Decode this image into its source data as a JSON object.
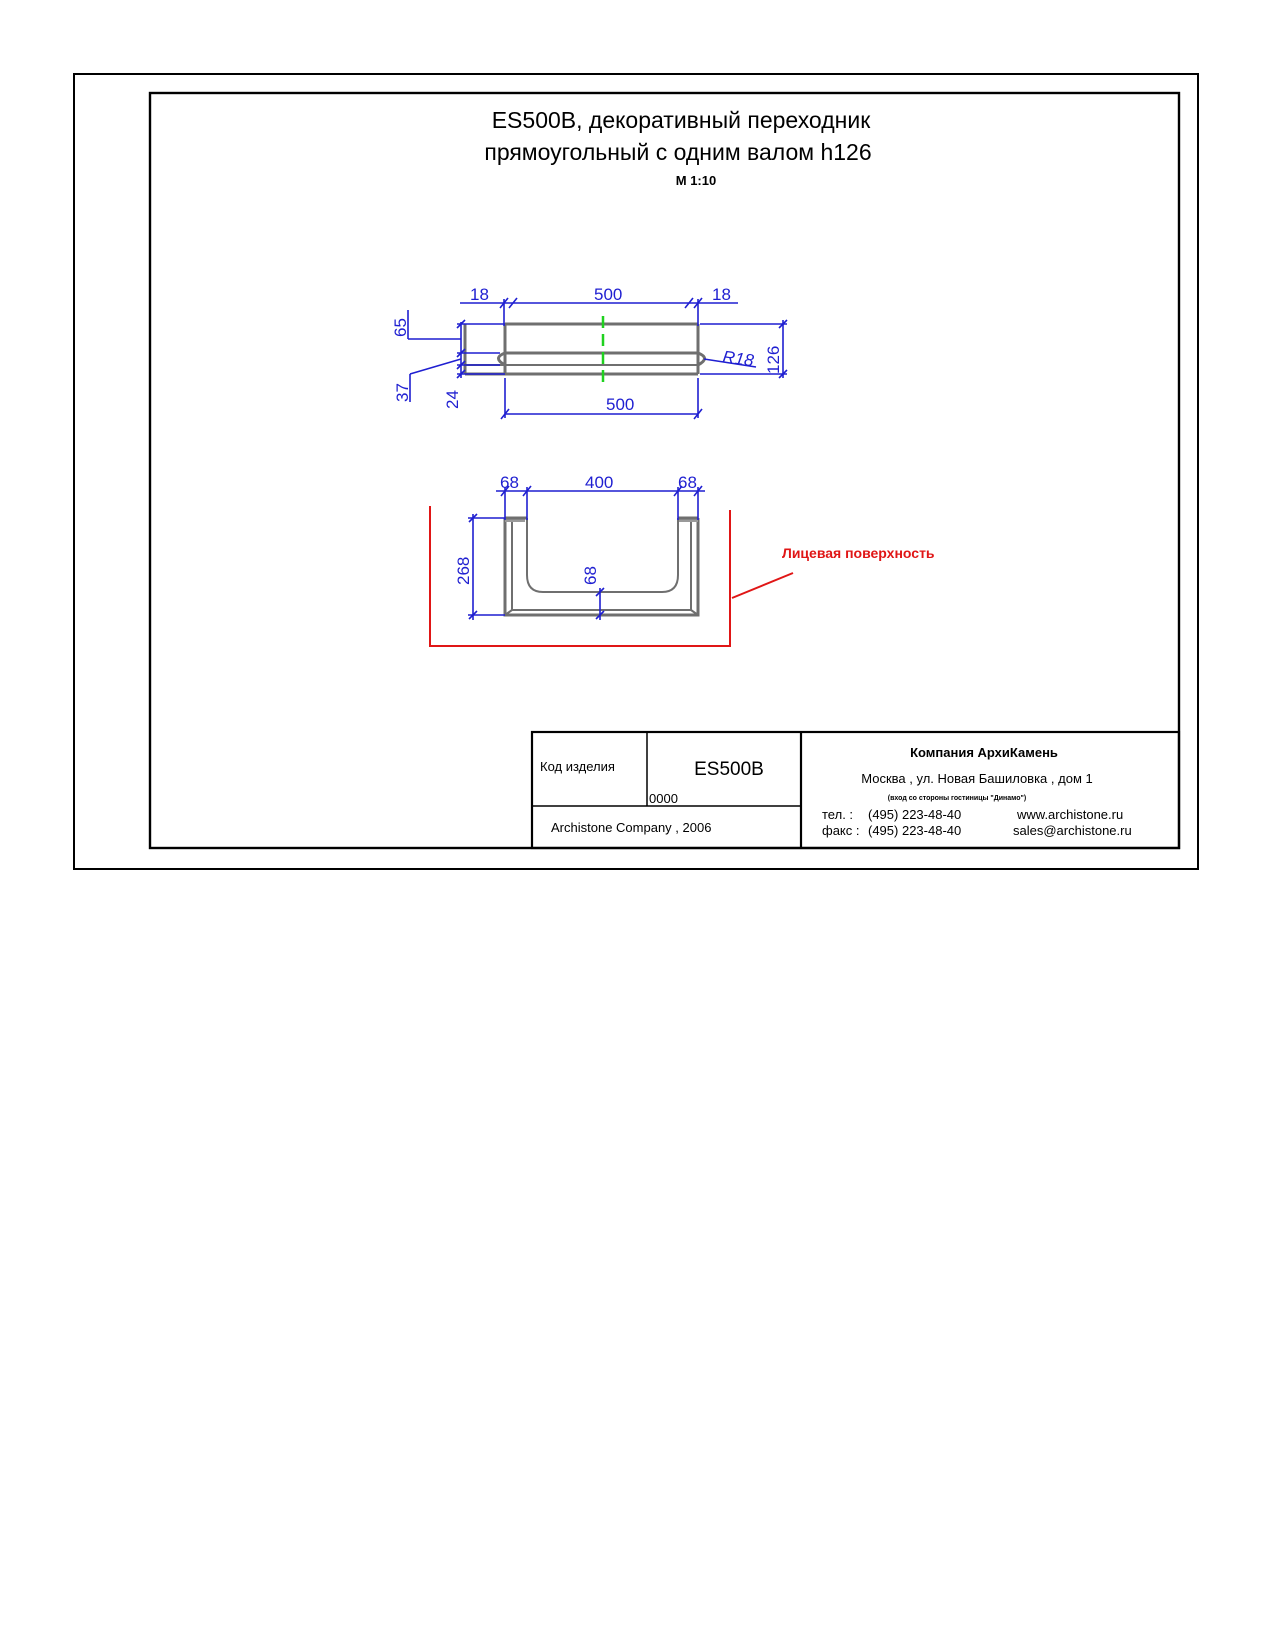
{
  "drawing": {
    "title_line1": "ES500B, декоративный переходник",
    "title_line2": "прямоугольный с одним валом h126",
    "scale": "М 1:10"
  },
  "side_view": {
    "dim_top_left": "18",
    "dim_top_center": "500",
    "dim_top_right": "18",
    "dim_bottom": "500",
    "dim_left_65": "65",
    "dim_left_37": "37",
    "dim_left_24": "24",
    "dim_height": "126",
    "radius": "R18"
  },
  "plan_view": {
    "dim_top_left": "68",
    "dim_top_center": "400",
    "dim_top_right": "68",
    "dim_height": "268",
    "dim_inner": "68",
    "face_label": "Лицевая поверхность"
  },
  "title_block": {
    "code_label": "Код изделия",
    "code_value": "ES500B",
    "number": "0000",
    "copyright": "Archistone  Company ,  2006",
    "company": "Компания  АрхиКамень",
    "address": "Москва , ул. Новая Башиловка , дом 1",
    "address_note": "(вход со стороны гостиницы \"Динамо\")",
    "tel_label": "тел.   :",
    "tel_value": "(495) 223-48-40",
    "fax_label": "факс :",
    "fax_value": "(495) 223-48-40",
    "website": "www.archistone.ru",
    "email": "sales@archistone.ru"
  },
  "colors": {
    "dimension": "#1f1fd1",
    "face": "#e01616",
    "axis": "#1fd11f",
    "part": "#6f6f6f"
  }
}
